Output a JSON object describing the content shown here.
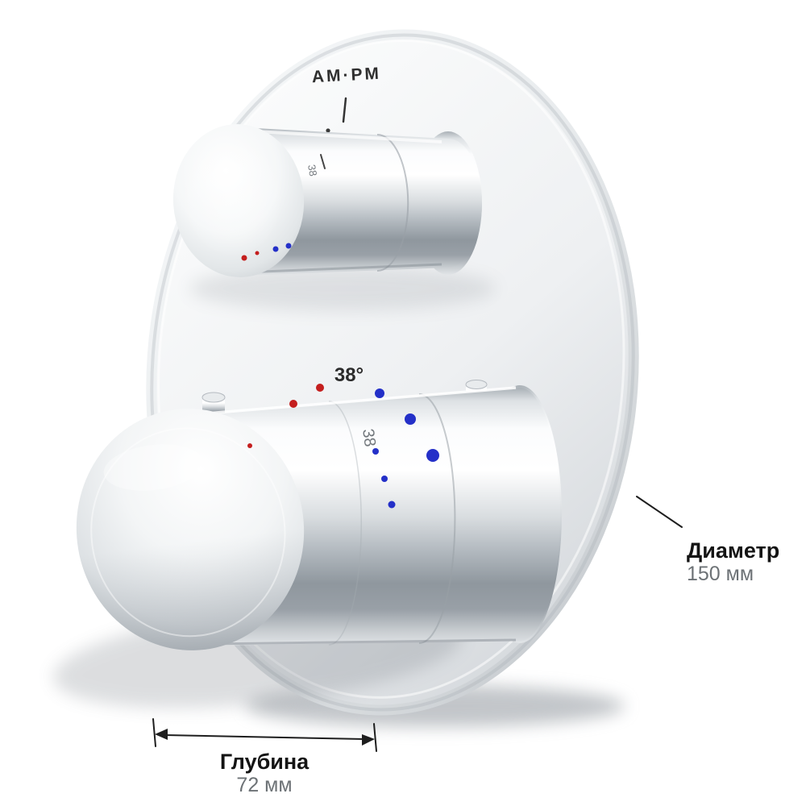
{
  "product": {
    "brand": "AM·PM",
    "temperature_label": "38°",
    "dial_value": "38",
    "colors": {
      "hot": "#c41e1e",
      "cold": "#2430c8",
      "ink": "#333333"
    }
  },
  "annotations": {
    "diameter_label": "Диаметр",
    "diameter_value": "150 мм",
    "depth_label": "Глубина",
    "depth_value": "72 мм"
  }
}
